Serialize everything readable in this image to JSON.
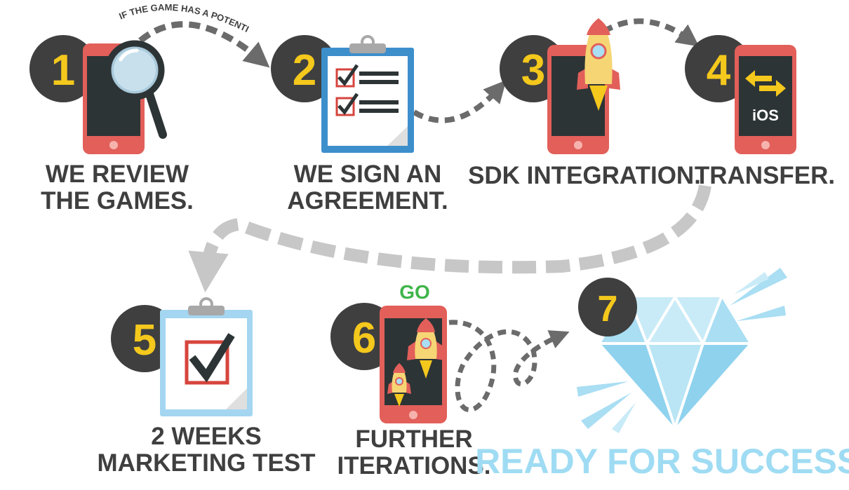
{
  "annotation": "IF THE GAME HAS A POTENTIAL",
  "steps": [
    {
      "number": "1",
      "lines": [
        "WE REVIEW",
        "THE GAMES."
      ]
    },
    {
      "number": "2",
      "lines": [
        "WE SIGN AN",
        "AGREEMENT."
      ]
    },
    {
      "number": "3",
      "lines": [
        "SDK INTEGRATION."
      ]
    },
    {
      "number": "4",
      "lines": [
        "TRANSFER."
      ],
      "screen_text": "iOS"
    },
    {
      "number": "5",
      "lines": [
        "2 WEEKS",
        "MARKETING TEST"
      ]
    },
    {
      "number": "6",
      "lines": [
        "FURTHER",
        "ITERATIONS."
      ],
      "badge": "GO"
    },
    {
      "number": "7",
      "lines": [
        "READY FOR SUCCESS!"
      ]
    }
  ],
  "colors": {
    "circle": "#3f3f3f",
    "number": "#f4c81c",
    "phone": "#e25f5a",
    "screen": "#2d3436",
    "clipboard_border": "#3d8fcc",
    "clipboard_border_light": "#a4d6f1",
    "arrow": "#c7c7c7",
    "arrow_dark": "#6b6b6b",
    "diamond": "#a9def3",
    "go": "#3fb54a",
    "ready": "#9fdcf3"
  },
  "icons": [
    "magnifier-icon",
    "clipboard-icon",
    "rocket-icon",
    "transfer-arrows-icon",
    "checkbox-icon",
    "diamond-icon"
  ]
}
